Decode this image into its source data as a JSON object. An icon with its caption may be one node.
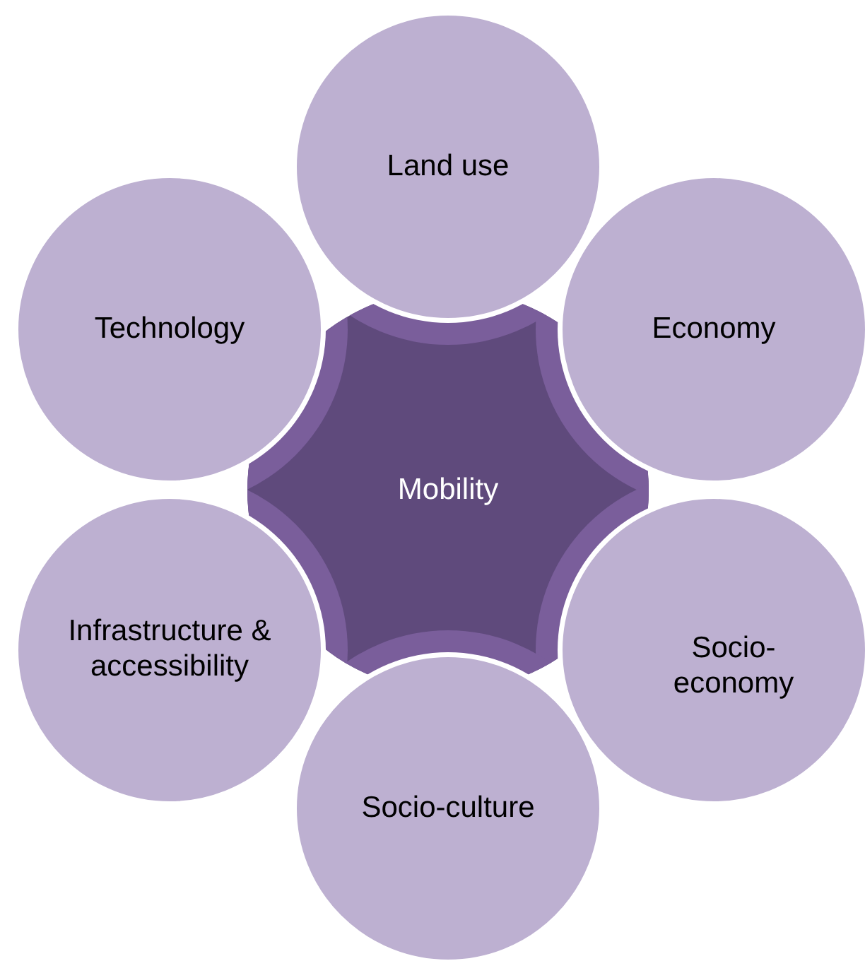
{
  "diagram": {
    "nodes": [
      {
        "text": [
          "Mobility"
        ]
      },
      {
        "text": [
          "Land use"
        ]
      },
      {
        "text": [
          "Economy"
        ]
      },
      {
        "text": [
          "Socio- economy"
        ]
      },
      {
        "text": [
          "Socio-culture"
        ]
      },
      {
        "text": [
          "Infrastructure & accessibility"
        ]
      },
      {
        "text": [
          "Technology"
        ]
      }
    ]
  }
}
